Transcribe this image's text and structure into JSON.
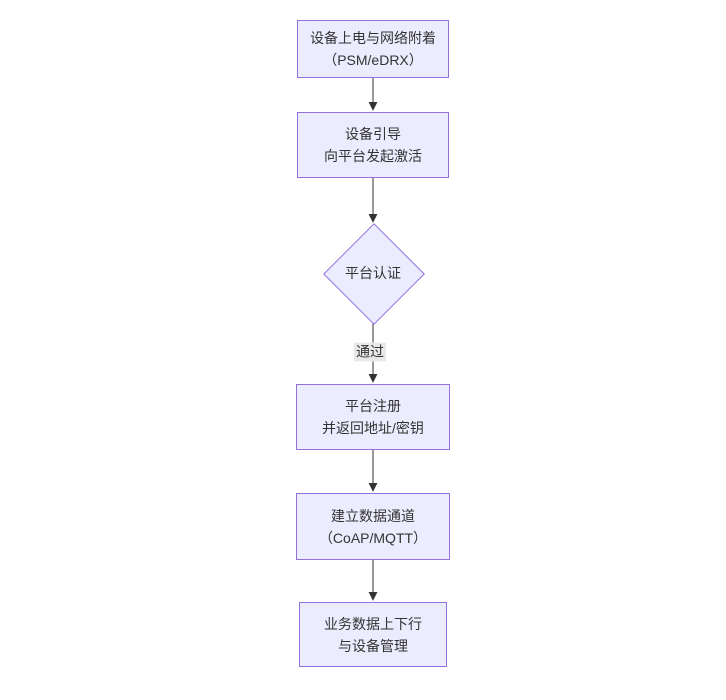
{
  "diagram": {
    "type": "flowchart",
    "direction": "top-down",
    "colors": {
      "node_fill": "#ECECFF",
      "node_border": "#9370DB",
      "text": "#333333",
      "edge_line": "#333333",
      "edge_label_bg": "#e8e8e8"
    },
    "nodes": [
      {
        "id": "power",
        "shape": "rect",
        "lines": [
          "设备上电与网络附着",
          "（PSM/eDRX）"
        ]
      },
      {
        "id": "boot",
        "shape": "rect",
        "lines": [
          "设备引导",
          "向平台发起激活"
        ]
      },
      {
        "id": "auth",
        "shape": "diamond",
        "lines": [
          "平台认证"
        ]
      },
      {
        "id": "register",
        "shape": "rect",
        "lines": [
          "平台注册",
          "并返回地址/密钥"
        ]
      },
      {
        "id": "channel",
        "shape": "rect",
        "lines": [
          "建立数据通道",
          "（CoAP/MQTT）"
        ]
      },
      {
        "id": "business",
        "shape": "rect",
        "lines": [
          "业务数据上下行",
          "与设备管理"
        ]
      }
    ],
    "edges": [
      {
        "from": "power",
        "to": "boot",
        "label": ""
      },
      {
        "from": "boot",
        "to": "auth",
        "label": ""
      },
      {
        "from": "auth",
        "to": "register",
        "label": "通过"
      },
      {
        "from": "register",
        "to": "channel",
        "label": ""
      },
      {
        "from": "channel",
        "to": "business",
        "label": ""
      }
    ]
  }
}
